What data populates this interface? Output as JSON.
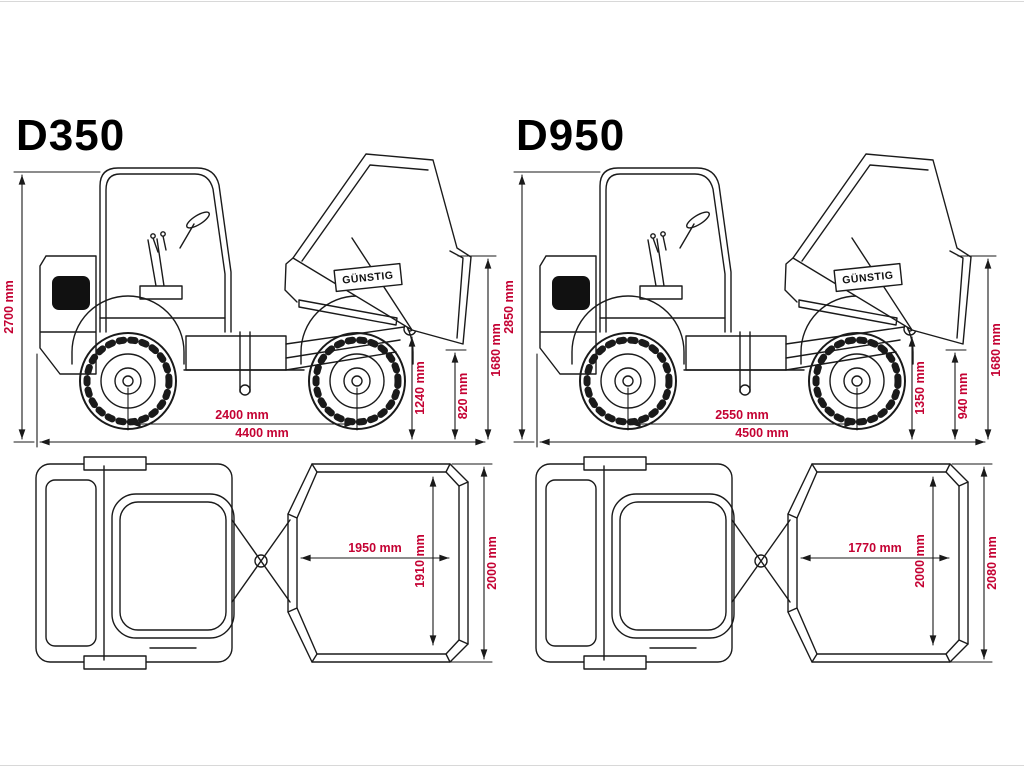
{
  "theme": {
    "background": "#ffffff",
    "line_color": "#1a1a1a",
    "dim_color": "#c40233",
    "title_color": "#000000"
  },
  "models": [
    {
      "name": "D350",
      "brand": "GÜNSTIG",
      "side": {
        "overall_height": "2700 mm",
        "tip_pivot_height": "1240 mm",
        "frame_height": "820 mm",
        "skip_height": "1680 mm",
        "wheelbase": "2400 mm",
        "overall_length": "4400 mm"
      },
      "top": {
        "skip_inner_width": "1950 mm",
        "skip_inner_length": "1910 mm",
        "overall_width": "2000 mm"
      }
    },
    {
      "name": "D950",
      "brand": "GÜNSTIG",
      "side": {
        "overall_height": "2850 mm",
        "tip_pivot_height": "1350 mm",
        "frame_height": "940 mm",
        "skip_height": "1680 mm",
        "wheelbase": "2550 mm",
        "overall_length": "4500 mm"
      },
      "top": {
        "skip_inner_width": "1770 mm",
        "skip_inner_length": "2000 mm",
        "overall_width": "2080 mm"
      }
    }
  ]
}
